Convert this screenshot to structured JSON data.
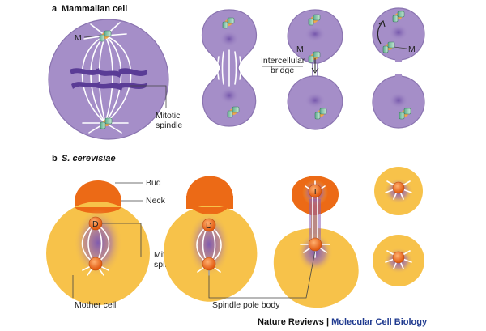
{
  "panels": {
    "a": {
      "letter": "a",
      "title": "Mammalian cell"
    },
    "b": {
      "letter": "b",
      "title": "S. cerevisiae"
    }
  },
  "labels": {
    "m1": "M",
    "m2": "M",
    "m3": "M",
    "intercellular_bridge": [
      "Intercellular",
      "bridge"
    ],
    "mitotic_spindle_a": [
      "Mitotic",
      "spindle"
    ],
    "bud": "Bud",
    "neck": "Neck",
    "mitotic_spindle_b": [
      "Mitotic",
      "spindle"
    ],
    "mother_cell": "Mother cell",
    "spindle_pole_body": "Spindle pole body",
    "d1": "D",
    "d2": "D",
    "t": "T"
  },
  "footer": {
    "journal": "Nature Reviews",
    "separator": " | ",
    "subtitle": "Molecular Cell Biology"
  },
  "colors": {
    "mammal_cell": "#a58ec8",
    "mammal_edge": "#8a74b0",
    "yeast_cell": "#f7c24a",
    "bud": "#ec6a16",
    "spindle_glow": "#7d5cb3",
    "footer_journal": "#111111",
    "footer_subtitle": "#1f3a8f"
  }
}
